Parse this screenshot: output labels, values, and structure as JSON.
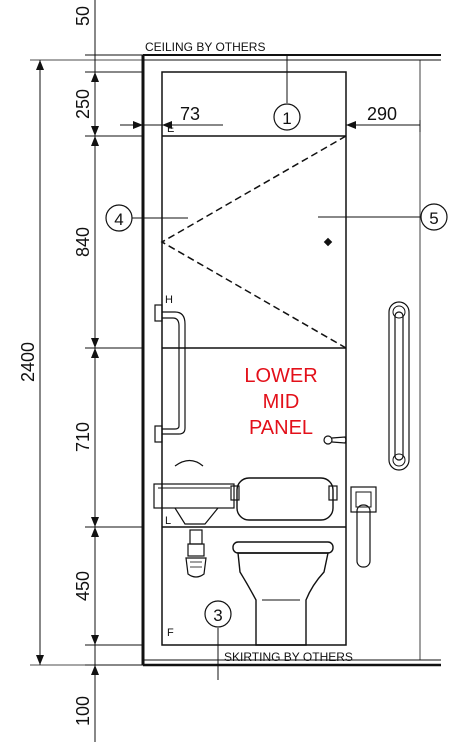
{
  "notes": {
    "ceiling": "CEILING BY OTHERS",
    "skirting": "SKIRTING BY OTHERS"
  },
  "dimensions": {
    "top_gap": "50",
    "overall_height": "2400",
    "head_panel": "250",
    "upper_panel": "840",
    "lower_mid_panel": "710",
    "bottom_panel": "450",
    "skirting_gap": "100",
    "left_offset": "73",
    "right_offset": "290"
  },
  "callouts": {
    "c1": "1",
    "c3": "3",
    "c4": "4",
    "c5": "5"
  },
  "letters": {
    "e": "E",
    "h": "H",
    "l": "L",
    "f": "F"
  },
  "panel_label": {
    "line1": "LOWER",
    "line2": "MID",
    "line3": "PANEL"
  },
  "colors": {
    "panel_label": "#e3101a",
    "line": "#111111"
  }
}
